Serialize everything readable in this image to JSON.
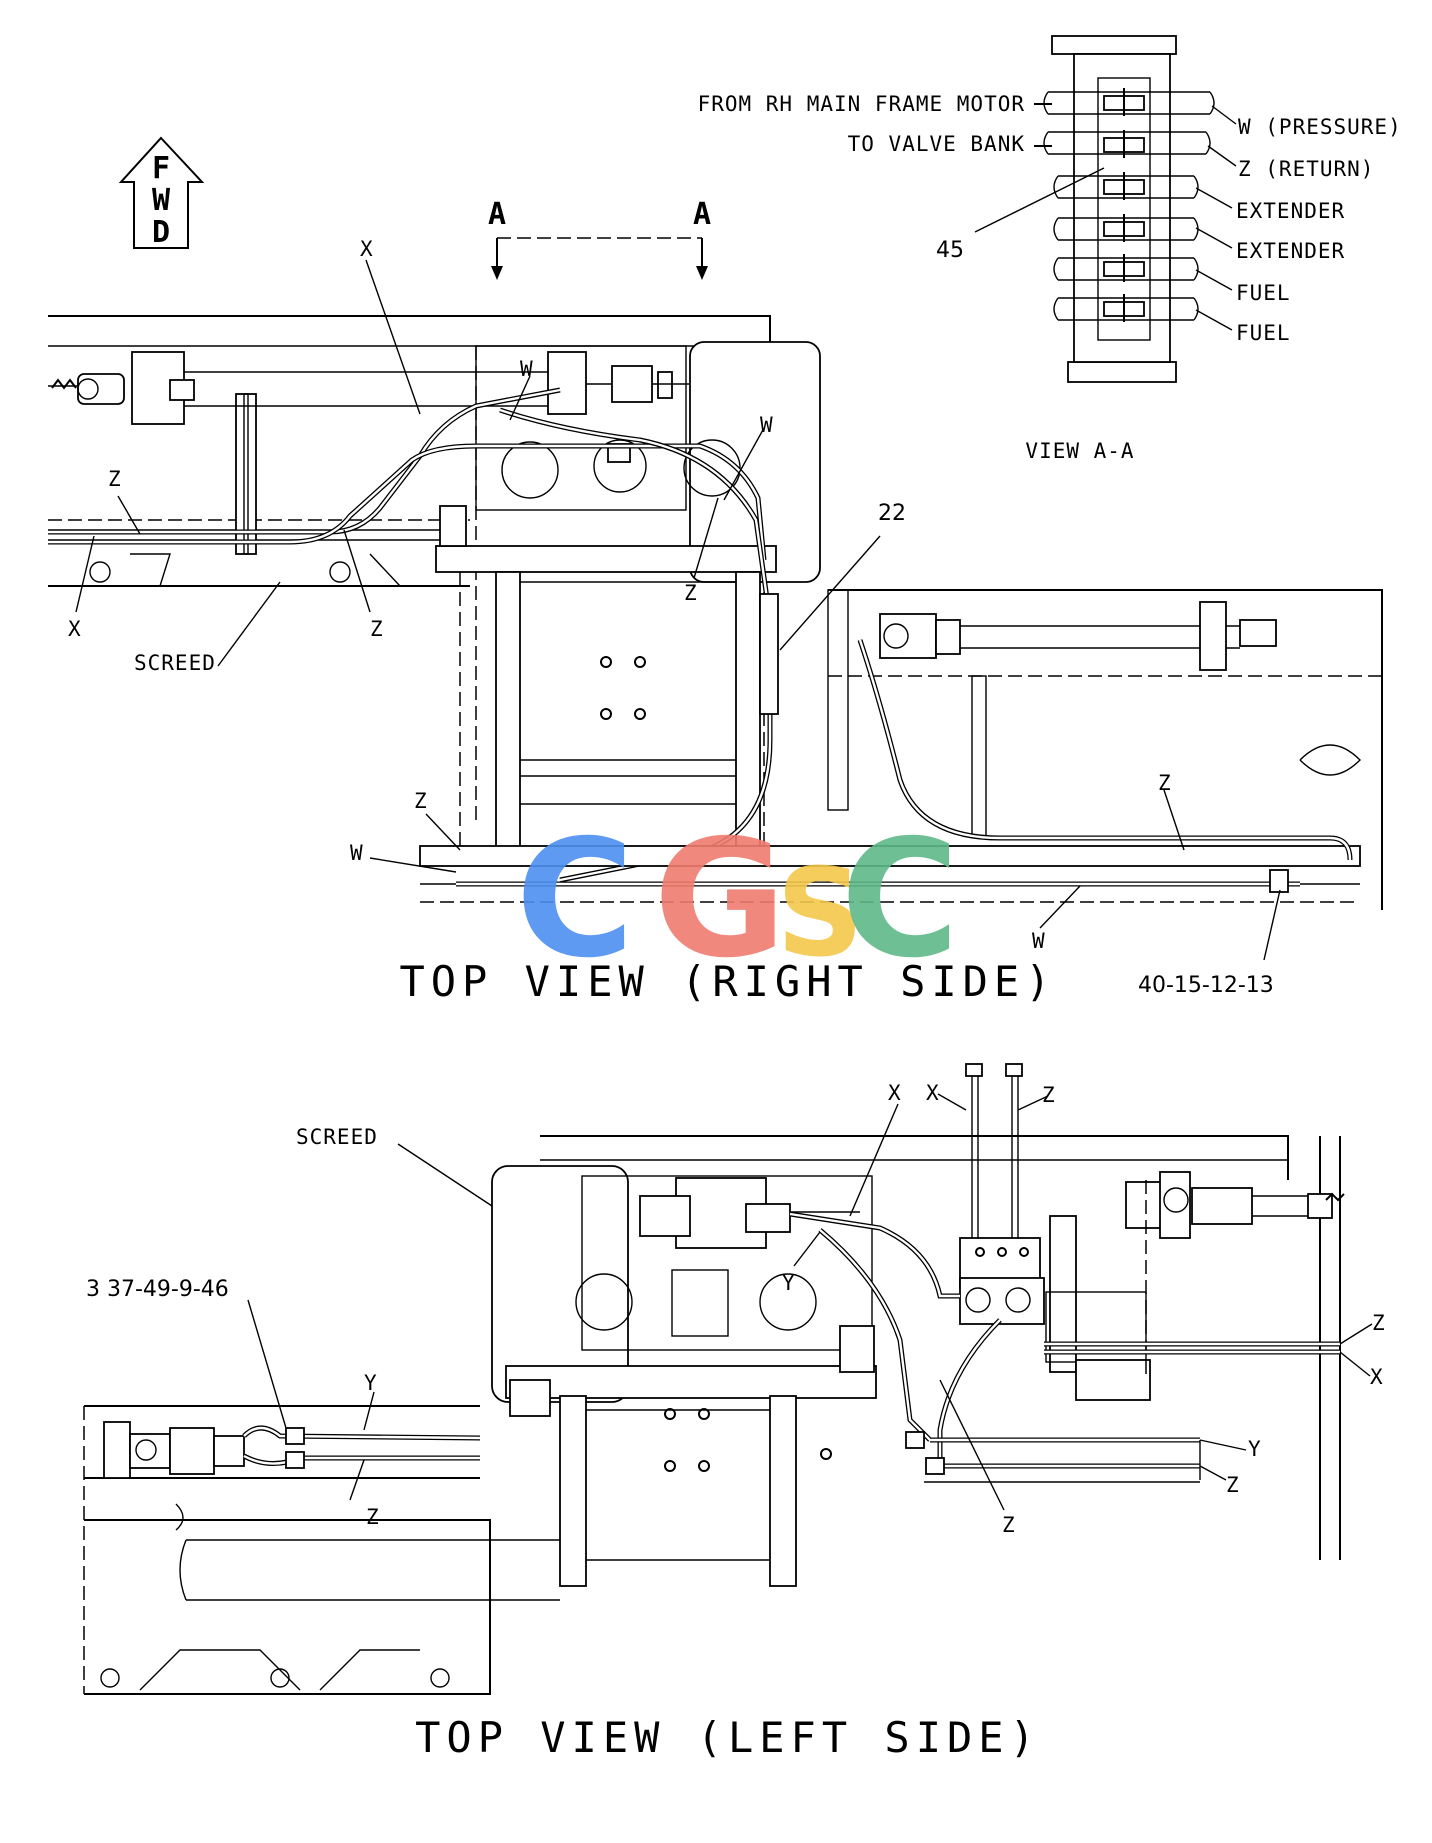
{
  "section_a_a": {
    "label_a_left": "A",
    "label_a_right": "A",
    "from_rh_line1": "FROM RH MAIN FRAME MOTOR",
    "from_rh_line2": "TO VALVE BANK",
    "port_labels": [
      "W (PRESSURE)",
      "Z (RETURN)",
      "EXTENDER",
      "EXTENDER",
      "FUEL",
      "FUEL"
    ],
    "callout_45": "45",
    "view_label": "VIEW A-A"
  },
  "fwd_arrow": {
    "letters": [
      "F",
      "W",
      "D"
    ]
  },
  "right_view": {
    "title": "TOP VIEW (RIGHT SIDE)",
    "labels": {
      "x_top": "X",
      "w_top": "W",
      "w_right": "W",
      "z_left": "Z",
      "x_left": "X",
      "z_mid": "Z",
      "z_center": "Z",
      "screed": "SCREED",
      "callout_22": "22",
      "z_lower": "Z",
      "w_lower": "W",
      "z_ext": "Z",
      "w_bottom": "W",
      "callout_40": "40-15-12-13"
    }
  },
  "left_view": {
    "title": "TOP VIEW (LEFT SIDE)",
    "labels": {
      "screed": "SCREED",
      "x_top": "X",
      "x_top2": "X",
      "z_top": "Z",
      "y_center": "Y",
      "callout_3": "3 37-49-9-46",
      "y_left": "Y",
      "z_left": "Z",
      "z_bottom": "Z",
      "z_right": "Z",
      "x_right": "X",
      "y_right": "Y",
      "z_right2": "Z"
    }
  },
  "watermark": {
    "letters": [
      "C",
      "G",
      "S",
      "C"
    ],
    "colors": [
      "#4d8ff0",
      "#ef7b6f",
      "#f4c84a",
      "#5fb88a"
    ]
  }
}
